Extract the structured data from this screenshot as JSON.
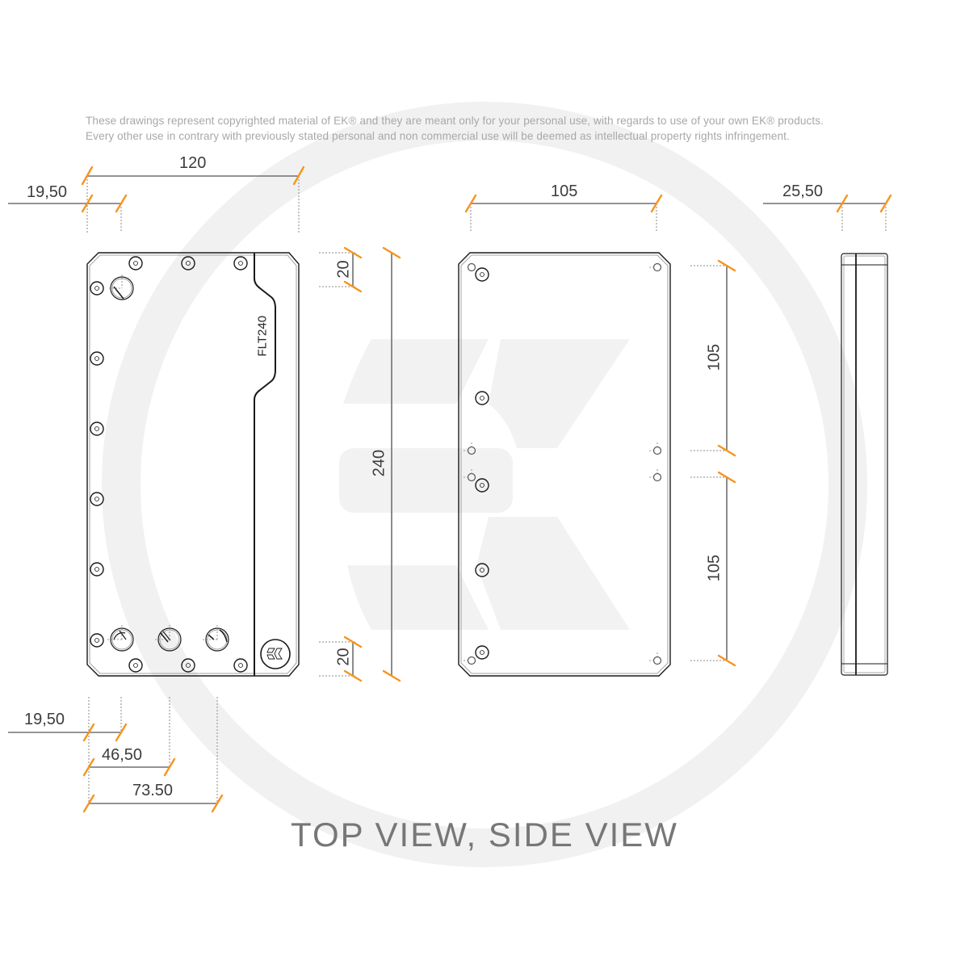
{
  "notice": {
    "line1": "These drawings represent copyrighted material of EK® and they are meant only for your personal use, with regards to use of  your own EK® products.",
    "line2": "Every other use in contrary with previously stated personal and non commercial use will be deemed as intellectual property rights infringement."
  },
  "caption": "TOP VIEW, SIDE VIEW",
  "colors": {
    "dimension_tick": "#f7941d",
    "line": "#1a1a1a",
    "dimension_line": "#707070",
    "watermark": "#f2f2f2",
    "text": "#3c3c3c"
  },
  "top_view": {
    "part_label": "FLT240",
    "logo": "EK",
    "dimensions": {
      "width": "120",
      "top_port_offset": "19,50",
      "height": "240",
      "top_margin": "20",
      "bottom_margin": "20",
      "bottom_port_1": "19,50",
      "bottom_port_2": "46,50",
      "bottom_port_3": "73.50"
    }
  },
  "back_view": {
    "dimensions": {
      "width": "105",
      "hole_spacing_upper": "105",
      "hole_spacing_lower": "105"
    }
  },
  "side_view": {
    "dimensions": {
      "thickness": "25,50"
    }
  }
}
